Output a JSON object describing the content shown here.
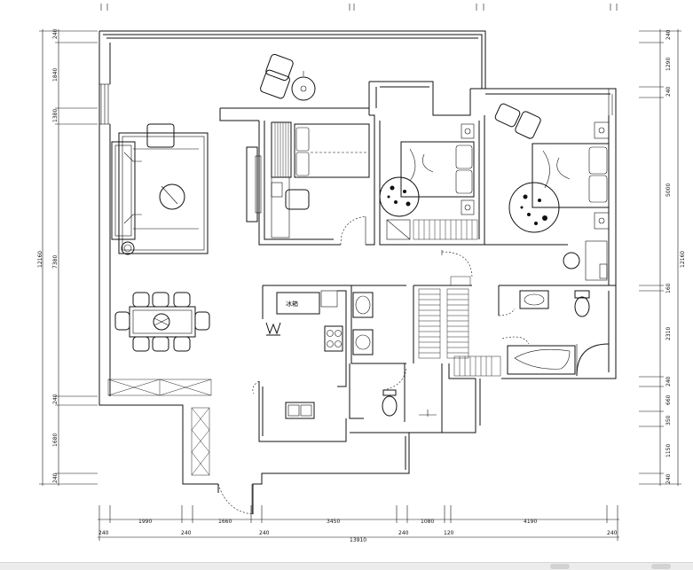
{
  "dimensions": {
    "left": [
      "240",
      "1840",
      "1380",
      "7380",
      "240",
      "1680",
      "240"
    ],
    "left_total": "12160",
    "right": [
      "240",
      "1290",
      "240",
      "5000",
      "160",
      "2310",
      "240",
      "660",
      "350",
      "1150",
      "240"
    ],
    "right_total": "12160",
    "bottom": [
      "240",
      "1990",
      "240",
      "1660",
      "240",
      "3450",
      "240",
      "1080",
      "120",
      "4190",
      "240"
    ],
    "bottom_total": "13910"
  },
  "labels": {
    "fridge": "冰箱"
  }
}
